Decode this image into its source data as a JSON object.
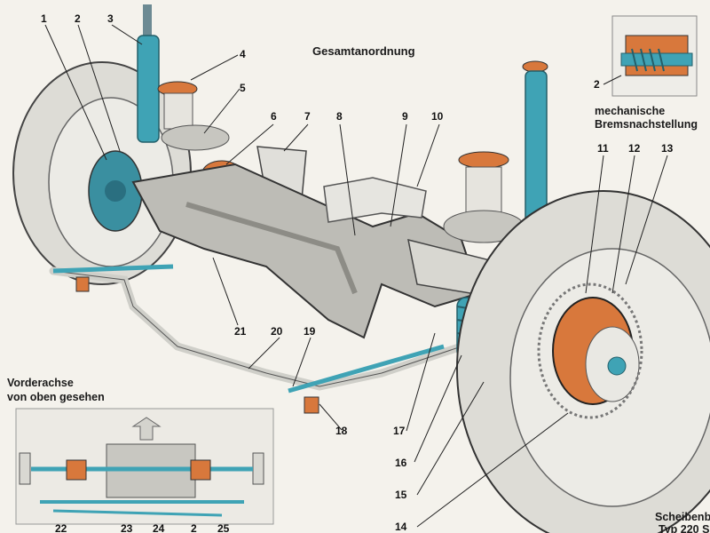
{
  "title": "Gesamtanordnung",
  "inset_top": {
    "callout": "2",
    "caption_line1": "mechanische",
    "caption_line2": "Bremsnachstellung"
  },
  "inset_bottom": {
    "caption_line1": "Vorderachse",
    "caption_line2": "von oben gesehen",
    "labels": [
      "22",
      "23",
      "24",
      "2",
      "25"
    ]
  },
  "corner_caption": {
    "line1": "Scheibenb",
    "line2": "Typ 220 S"
  },
  "callouts": [
    "1",
    "2",
    "3",
    "4",
    "5",
    "6",
    "7",
    "8",
    "9",
    "10",
    "11",
    "12",
    "13",
    "14",
    "15",
    "16",
    "17",
    "18",
    "19",
    "20",
    "21"
  ],
  "colors": {
    "background": "#f4f2ec",
    "damper_blue": "#3fa3b5",
    "rubber_orange": "#d8783c",
    "frame_gray": "#b9b9b4",
    "tire_gray": "#d9d8d2",
    "ink": "#1a1a1a"
  }
}
